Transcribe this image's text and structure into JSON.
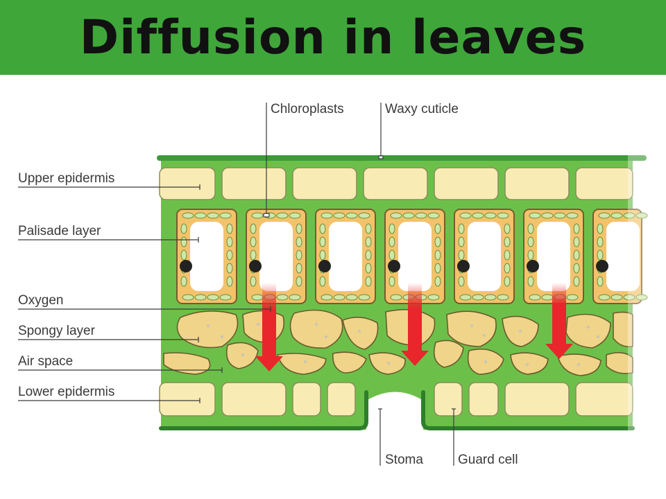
{
  "title": "Diffusion in leaves",
  "labels": {
    "chloroplasts": "Chloroplasts",
    "waxy_cuticle": "Waxy cuticle",
    "upper_epidermis": "Upper epidermis",
    "palisade_layer": "Palisade layer",
    "oxygen": "Oxygen",
    "spongy_layer": "Spongy layer",
    "air_space": "Air space",
    "lower_epidermis": "Lower epidermis",
    "stoma": "Stoma",
    "guard_cell": "Guard cell"
  },
  "colors": {
    "banner": "#3fa63a",
    "leaf_green": "#6cc04a",
    "cell_fill": "#f8ecb4",
    "palisade_fill": "#f3c36b",
    "chloroplast": "#cfe7a8",
    "oxygen_arrow": "#e8262b",
    "nucleus": "#222222"
  }
}
